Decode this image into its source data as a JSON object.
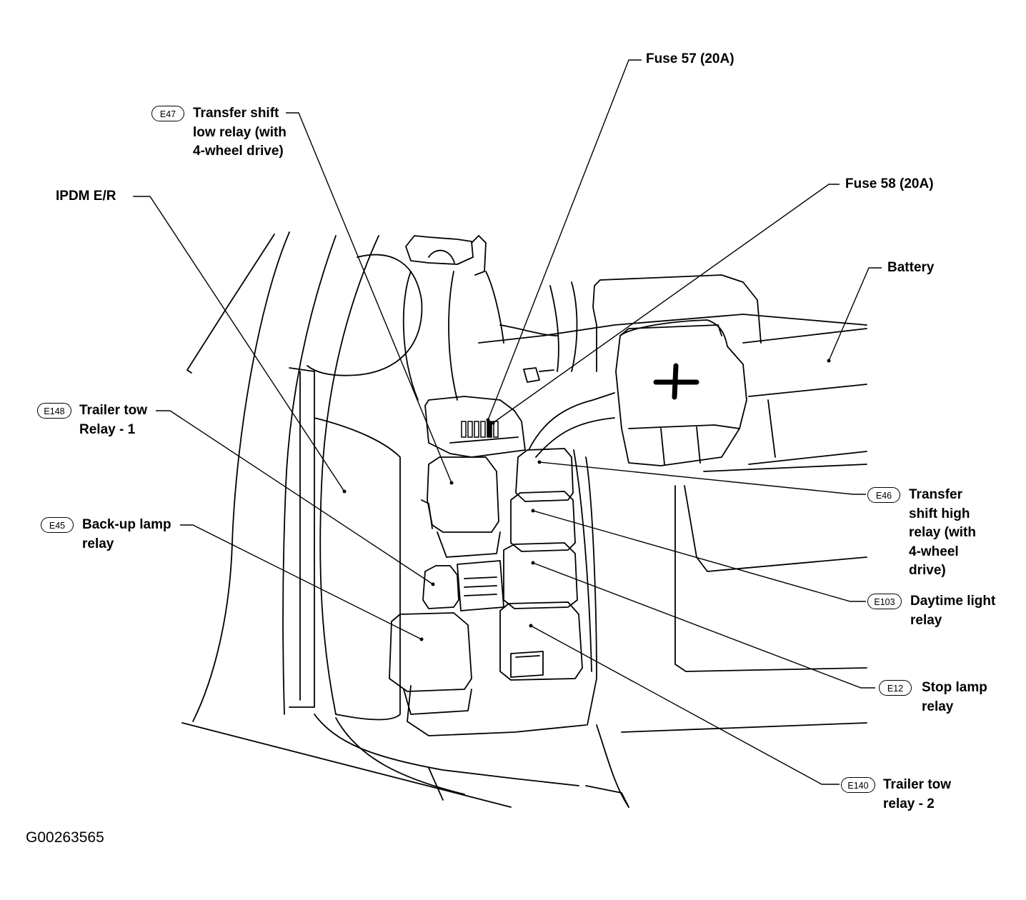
{
  "diagram": {
    "figure_id": "G00263565",
    "labels": {
      "fuse57": "Fuse 57 (20A)",
      "fuse58": "Fuse 58 (20A)",
      "battery": "Battery",
      "ipdm": "IPDM E/R",
      "e47_code": "E47",
      "e47_text": "Transfer shift\nlow relay (with\n4-wheel drive)",
      "e148_code": "E148",
      "e148_text": "Trailer tow\nRelay - 1",
      "e45_code": "E45",
      "e45_text": "Back-up lamp\nrelay",
      "e46_code": "E46",
      "e46_text": "Transfer\nshift high\nrelay (with\n4-wheel\ndrive)",
      "e103_code": "E103",
      "e103_text": "Daytime light\nrelay",
      "e12_code": "E12",
      "e12_text": "Stop lamp\nrelay",
      "e140_code": "E140",
      "e140_text": "Trailer tow\nrelay - 2"
    },
    "battery_symbol": "+"
  }
}
